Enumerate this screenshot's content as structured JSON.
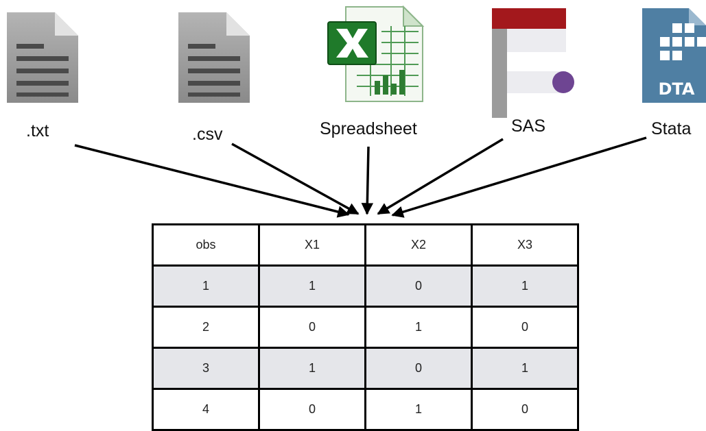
{
  "sources": [
    {
      "label": ".txt",
      "icon": "text-file-icon"
    },
    {
      "label": ".csv",
      "icon": "text-file-icon"
    },
    {
      "label": "Spreadsheet",
      "icon": "excel-spreadsheet-icon"
    },
    {
      "label": "SAS",
      "icon": "sas-logo-icon"
    },
    {
      "label": "Stata",
      "icon": "stata-dta-file-icon"
    }
  ],
  "stata_icon_text": "DTA",
  "colors": {
    "file_gray": "#9c9c9c",
    "excel_green": "#1f7a2a",
    "sas_red": "#a3181c",
    "sas_purple": "#6e4592",
    "stata_blue": "#4f7fa3",
    "row_shade": "#e5e6ea"
  },
  "table": {
    "headers": [
      "obs",
      "X1",
      "X2",
      "X3"
    ],
    "rows": [
      [
        "1",
        "1",
        "0",
        "1"
      ],
      [
        "2",
        "0",
        "1",
        "0"
      ],
      [
        "3",
        "1",
        "0",
        "1"
      ],
      [
        "4",
        "0",
        "1",
        "0"
      ]
    ]
  }
}
